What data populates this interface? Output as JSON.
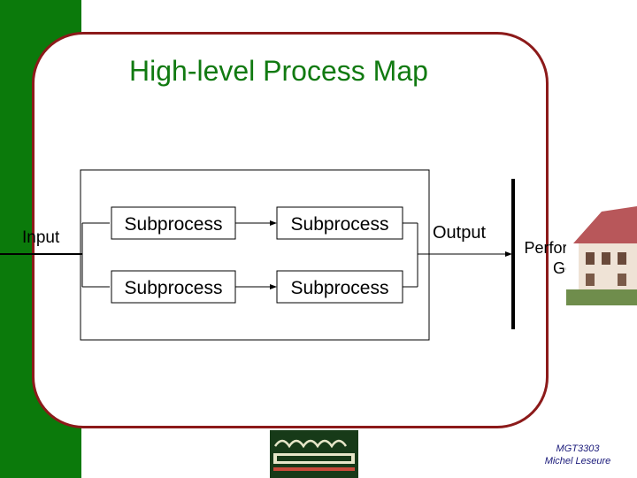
{
  "slide": {
    "title": "High-level Process Map"
  },
  "diagram": {
    "input_label": "Input",
    "output_label": "Output",
    "subprocesses": [
      {
        "label": "Subprocess"
      },
      {
        "label": "Subprocess"
      },
      {
        "label": "Subprocess"
      },
      {
        "label": "Subprocess"
      }
    ],
    "goal_lines": [
      "Performance",
      "Goal"
    ]
  },
  "footer": {
    "course": "MGT3303",
    "author": "Michel Leseure"
  },
  "colors": {
    "accent_green": "#0b7a0b",
    "frame_border": "#8c1a1a",
    "title_green": "#117a11",
    "footer_text": "#1a1a7a"
  }
}
